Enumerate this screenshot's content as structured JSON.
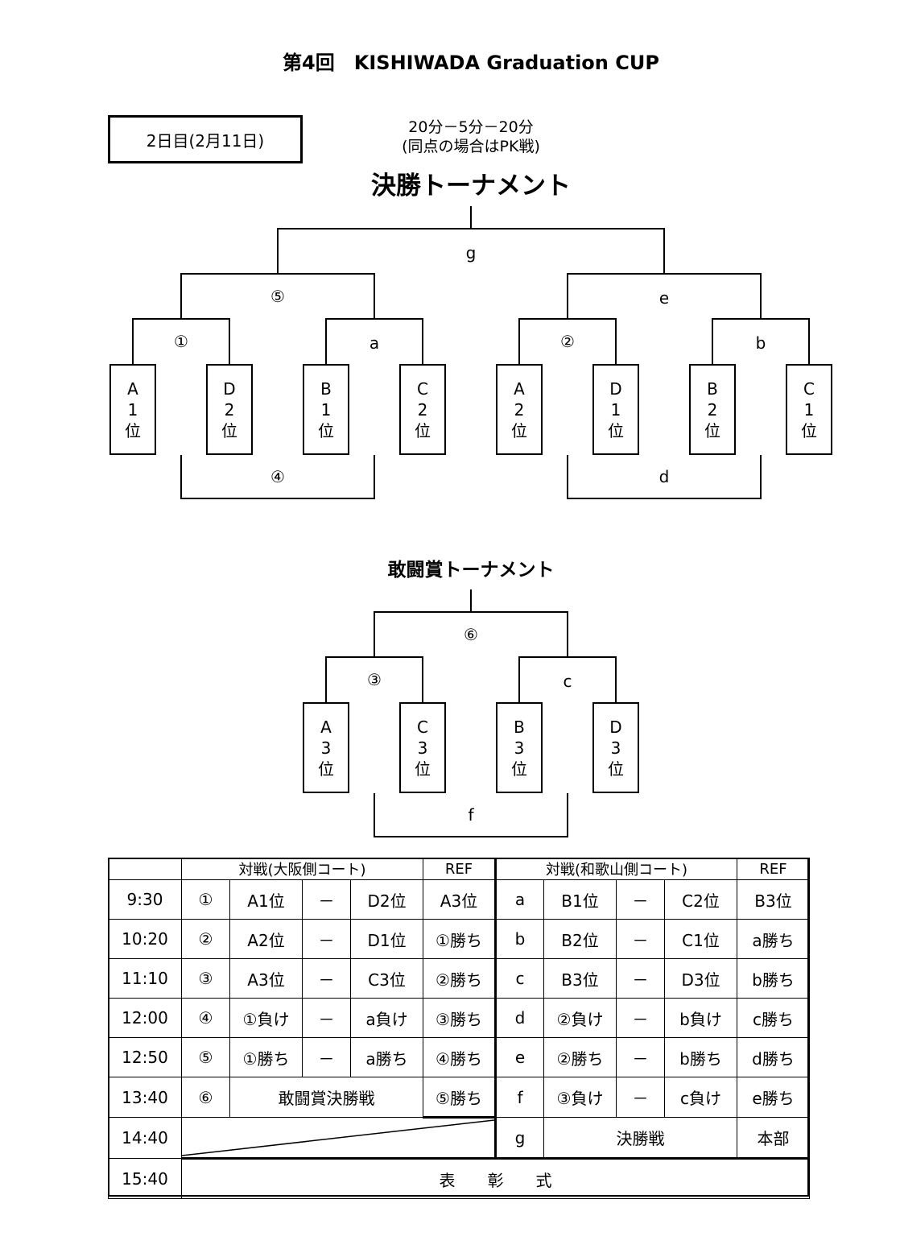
{
  "title": "第4回　KISHIWADA Graduation CUP",
  "day": "2日目(2月11日)",
  "rules": {
    "line1": "20分－5分－20分",
    "line2": "(同点の場合はPK戦)"
  },
  "final_tournament": {
    "heading": "決勝トーナメント",
    "labels": {
      "g": "g",
      "m5": "⑤",
      "e": "e",
      "m1": "①",
      "a": "a",
      "m2": "②",
      "b": "b",
      "m4": "④",
      "d": "d"
    },
    "teams": [
      [
        "A",
        "1",
        "位"
      ],
      [
        "D",
        "2",
        "位"
      ],
      [
        "B",
        "1",
        "位"
      ],
      [
        "C",
        "2",
        "位"
      ],
      [
        "A",
        "2",
        "位"
      ],
      [
        "D",
        "1",
        "位"
      ],
      [
        "B",
        "2",
        "位"
      ],
      [
        "C",
        "1",
        "位"
      ]
    ]
  },
  "fighting_tournament": {
    "heading": "敢闘賞トーナメント",
    "labels": {
      "m6": "⑥",
      "m3": "③",
      "c": "c",
      "f": "f"
    },
    "teams": [
      [
        "A",
        "3",
        "位"
      ],
      [
        "C",
        "3",
        "位"
      ],
      [
        "B",
        "3",
        "位"
      ],
      [
        "D",
        "3",
        "位"
      ]
    ]
  },
  "schedule": {
    "header": {
      "osaka": "対戦(大阪側コート)",
      "ref1": "REF",
      "wakayama": "対戦(和歌山側コート)",
      "ref2": "REF"
    },
    "rows": [
      {
        "time": "9:30",
        "m1": "①",
        "h1": "A1位",
        "dash1": "－",
        "a1": "D2位",
        "r1": "A3位",
        "m2": "a",
        "h2": "B1位",
        "dash2": "－",
        "a2": "C2位",
        "r2": "B3位"
      },
      {
        "time": "10:20",
        "m1": "②",
        "h1": "A2位",
        "dash1": "－",
        "a1": "D1位",
        "r1": "①勝ち",
        "m2": "b",
        "h2": "B2位",
        "dash2": "－",
        "a2": "C1位",
        "r2": "a勝ち"
      },
      {
        "time": "11:10",
        "m1": "③",
        "h1": "A3位",
        "dash1": "－",
        "a1": "C3位",
        "r1": "②勝ち",
        "m2": "c",
        "h2": "B3位",
        "dash2": "－",
        "a2": "D3位",
        "r2": "b勝ち"
      },
      {
        "time": "12:00",
        "m1": "④",
        "h1": "①負け",
        "dash1": "－",
        "a1": "a負け",
        "r1": "③勝ち",
        "m2": "d",
        "h2": "②負け",
        "dash2": "－",
        "a2": "b負け",
        "r2": "c勝ち"
      },
      {
        "time": "12:50",
        "m1": "⑤",
        "h1": "①勝ち",
        "dash1": "－",
        "a1": "a勝ち",
        "r1": "④勝ち",
        "m2": "e",
        "h2": "②勝ち",
        "dash2": "－",
        "a2": "b勝ち",
        "r2": "d勝ち"
      }
    ],
    "row6": {
      "time": "13:40",
      "m1": "⑥",
      "match": "敢闘賞決勝戦",
      "r1": "⑤勝ち",
      "m2": "f",
      "h2": "③負け",
      "dash2": "－",
      "a2": "c負け",
      "r2": "e勝ち"
    },
    "row7": {
      "time": "14:40",
      "m2": "g",
      "match": "決勝戦",
      "r2": "本部"
    },
    "row8": {
      "time": "15:40",
      "ceremony": "表　　彰　　式"
    }
  }
}
